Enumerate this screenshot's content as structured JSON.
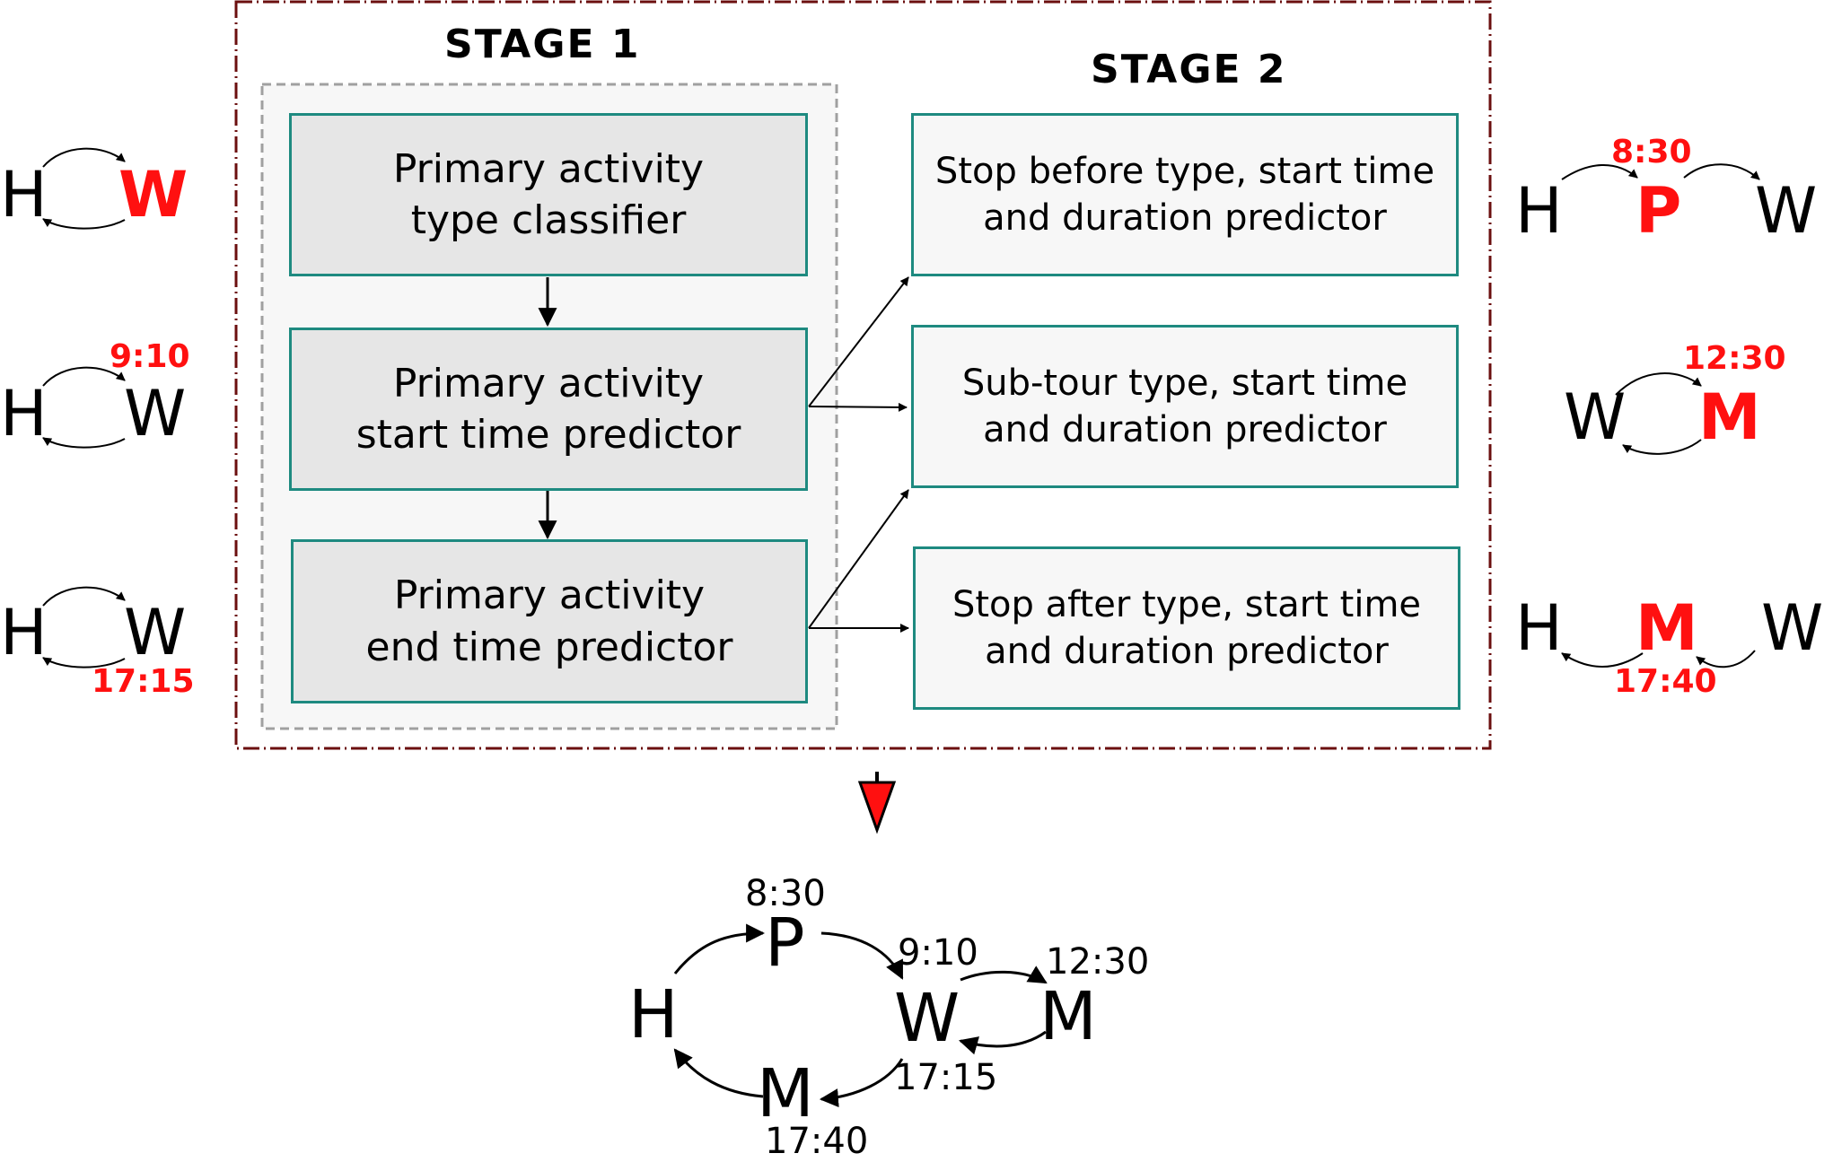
{
  "stage1": {
    "title": "STAGE 1",
    "boxes": [
      "Primary activity\ntype classifier",
      "Primary activity\nstart time predictor",
      "Primary activity\nend time predictor"
    ]
  },
  "stage2": {
    "title": "STAGE 2",
    "boxes": [
      "Stop before type, start time\nand duration predictor",
      "Sub-tour type, start time\nand duration predictor",
      "Stop after type, start time\nand duration predictor"
    ]
  },
  "left_examples": [
    {
      "from": "H",
      "to": "W",
      "time": ""
    },
    {
      "from": "H",
      "to": "W",
      "time": "9:10"
    },
    {
      "from": "H",
      "to": "W",
      "time": "17:15"
    }
  ],
  "right_examples": [
    {
      "a": "H",
      "b": "P",
      "c": "W",
      "time": "8:30"
    },
    {
      "a": "W",
      "b": "M",
      "time": "12:30"
    },
    {
      "a": "H",
      "b": "M",
      "c": "W",
      "time": "17:40"
    }
  ],
  "result": {
    "nodes": {
      "h": "H",
      "p": "P",
      "w": "W",
      "m_right": "M",
      "m_bottom": "M"
    },
    "times": {
      "p": "8:30",
      "w_start": "9:10",
      "m_right": "12:30",
      "w_end": "17:15",
      "m_bottom": "17:40"
    }
  },
  "colors": {
    "box_border": "#1e8a80",
    "stage1_fill": "#e6e6e6",
    "stage2_fill": "#f7f7f7",
    "outer_frame": "#6b0f0f",
    "highlight": "#ff1010"
  }
}
